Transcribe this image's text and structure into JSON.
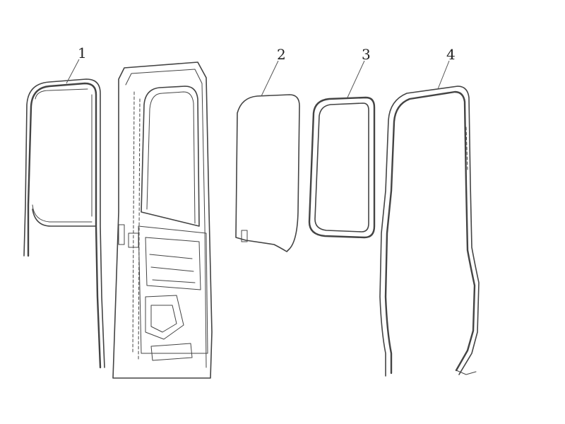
{
  "callouts": [
    {
      "label": "1"
    },
    {
      "label": "2"
    },
    {
      "label": "3"
    },
    {
      "label": "4"
    }
  ],
  "colors": {
    "line": "#444444",
    "background": "#ffffff"
  }
}
